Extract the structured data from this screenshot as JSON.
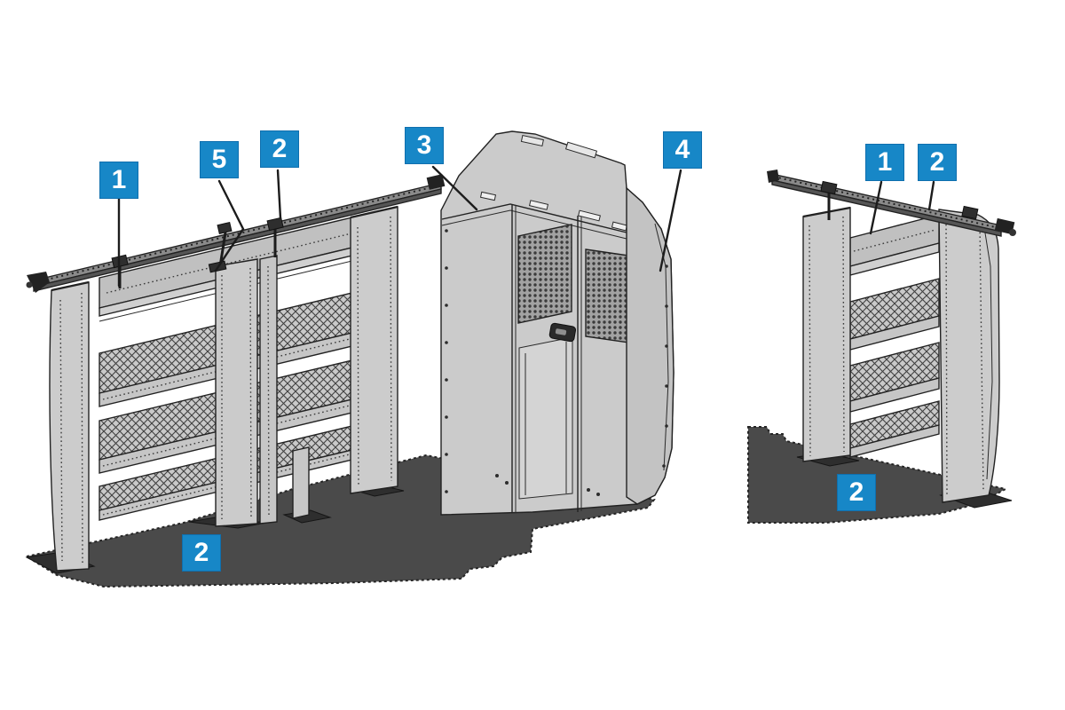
{
  "figure": {
    "background": "#ffffff"
  },
  "colors": {
    "callout_blue": "#1787c7",
    "callout_border": "#0f6fae",
    "callout_text": "#ffffff",
    "leader_line": "#1c1c1c",
    "panel_light": "#cbcbcb",
    "panel_mid": "#c0c0c0",
    "panel_shade": "#b2b2b2",
    "outline": "#222222",
    "wire_stroke": "#404040",
    "perf_dot": "#3b3b3b",
    "floor_mat": "#4a4a4a",
    "rail_dark": "#555555"
  },
  "callouts": {
    "left_shelf_top": {
      "label": "1"
    },
    "left_bracket": {
      "label": "5"
    },
    "left_rail": {
      "label": "2"
    },
    "partition_panel": {
      "label": "3"
    },
    "partition_wing": {
      "label": "4"
    },
    "left_floor_mat": {
      "label": "2"
    },
    "right_shelf_top": {
      "label": "1"
    },
    "right_rail": {
      "label": "2"
    },
    "right_floor_mat": {
      "label": "2"
    }
  }
}
